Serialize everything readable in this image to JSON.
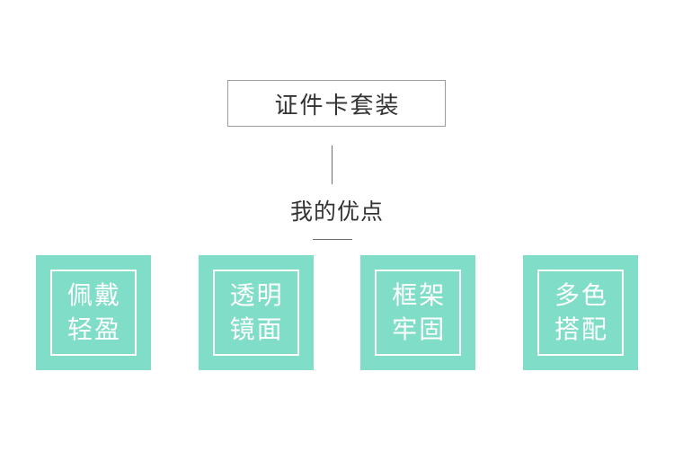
{
  "header": {
    "title": "证件卡套装",
    "subtitle": "我的优点"
  },
  "features": [
    {
      "line1": "佩戴",
      "line2": "轻盈"
    },
    {
      "line1": "透明",
      "line2": "镜面"
    },
    {
      "line1": "框架",
      "line2": "牢固"
    },
    {
      "line1": "多色",
      "line2": "搭配"
    }
  ],
  "colors": {
    "feature_bg": "#80ddc8",
    "feature_text": "#ffffff",
    "title_text": "#333333",
    "box_border": "#9c9c9c",
    "connector": "#6e6e6e"
  }
}
